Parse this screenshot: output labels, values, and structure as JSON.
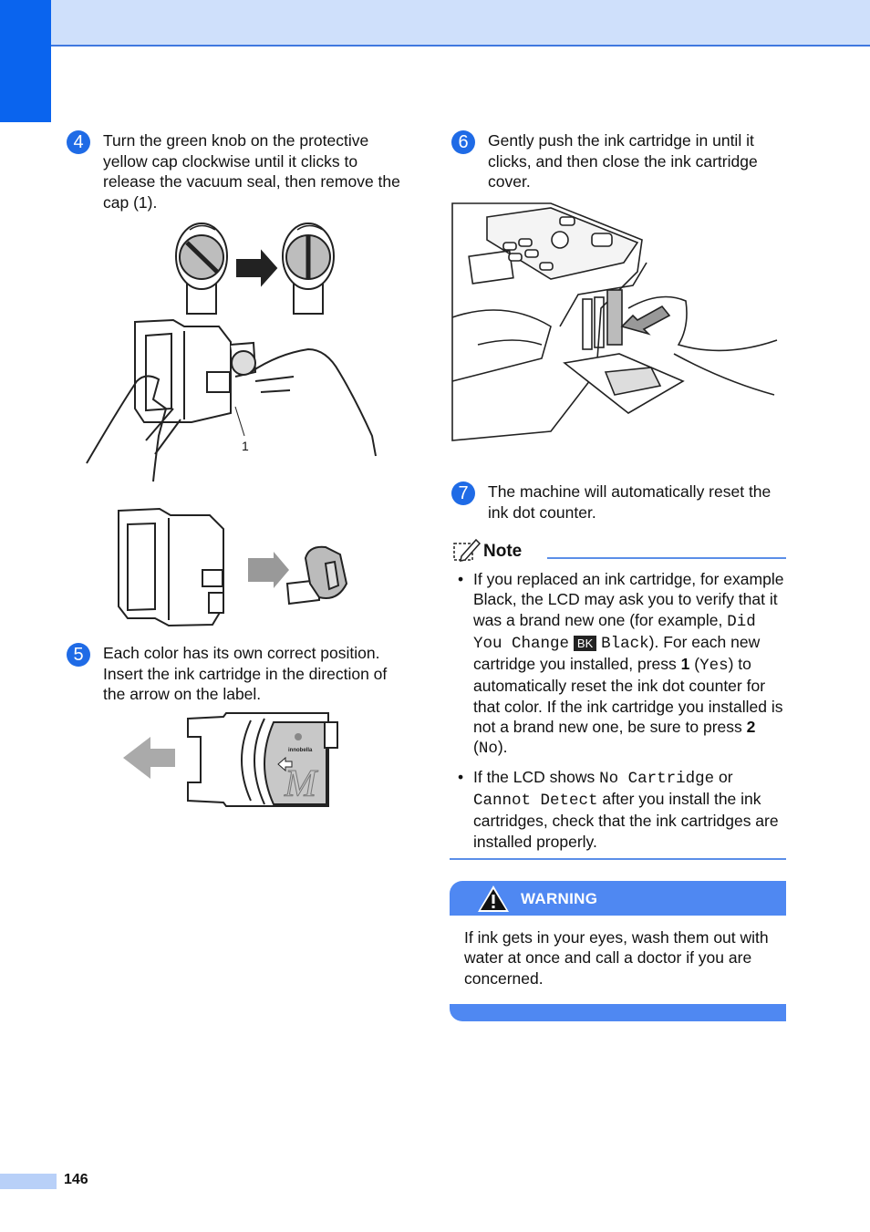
{
  "page": {
    "number": "146"
  },
  "steps": [
    {
      "num": "4",
      "text": "Turn the green knob on the protective yellow cap clockwise until it clicks to release the vacuum seal, then remove the cap (1)."
    },
    {
      "num": "5",
      "text": "Each color has its own correct position. Insert the ink cartridge in the direction of the arrow on the label."
    },
    {
      "num": "6",
      "text": "Gently push the ink cartridge in until it clicks, and then close the ink cartridge cover."
    },
    {
      "num": "7",
      "text": "The machine will automatically reset the ink dot counter."
    }
  ],
  "figures": {
    "callout": "1",
    "cartridge_brand": "innobella",
    "cartridge_letter": "M"
  },
  "note": {
    "title": "Note",
    "bullet1": {
      "a": "If you replaced an ink cartridge, for example Black, the LCD may ask you to verify that it was a brand new one (for example, ",
      "lcd1": "Did You Change",
      "bk": "BK",
      "lcd2": "Black",
      "b": "). For each new cartridge you installed, press ",
      "key1": "1",
      "c": " (",
      "yes": "Yes",
      "d": ") to automatically reset the ink dot counter for that color. If the ink cartridge you installed is not a brand new one, be sure to press ",
      "key2": "2",
      "e": " (",
      "no": "No",
      "f": ")."
    },
    "bullet2": {
      "a": "If the LCD shows ",
      "lcd1": "No Cartridge",
      "b": " or ",
      "lcd2": "Cannot Detect",
      "c": " after you install the ink cartridges, check that the ink cartridges are installed properly."
    }
  },
  "warning": {
    "title": "WARNING",
    "text": "If ink gets in your eyes, wash them out with water at once and call a doctor if you are concerned."
  },
  "colors": {
    "accent": "#1f6be6",
    "header_bg": "#cfe0fb",
    "tab": "#0a64ee",
    "warning_bar": "#4f88f2"
  }
}
